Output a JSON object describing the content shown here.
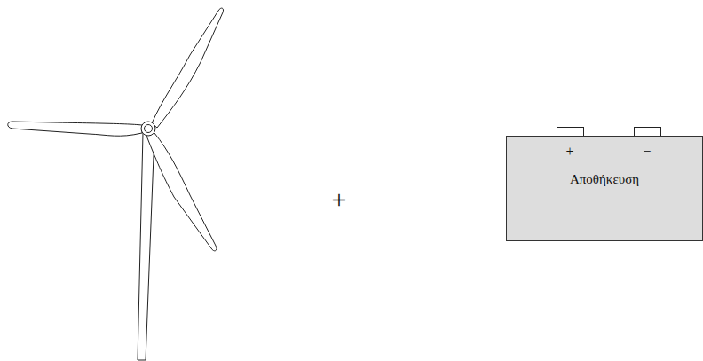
{
  "diagram": {
    "nodes": [
      {
        "text": [
          "Αποθήκευση"
        ]
      }
    ],
    "labels": [
      "+",
      "+",
      "−"
    ]
  }
}
